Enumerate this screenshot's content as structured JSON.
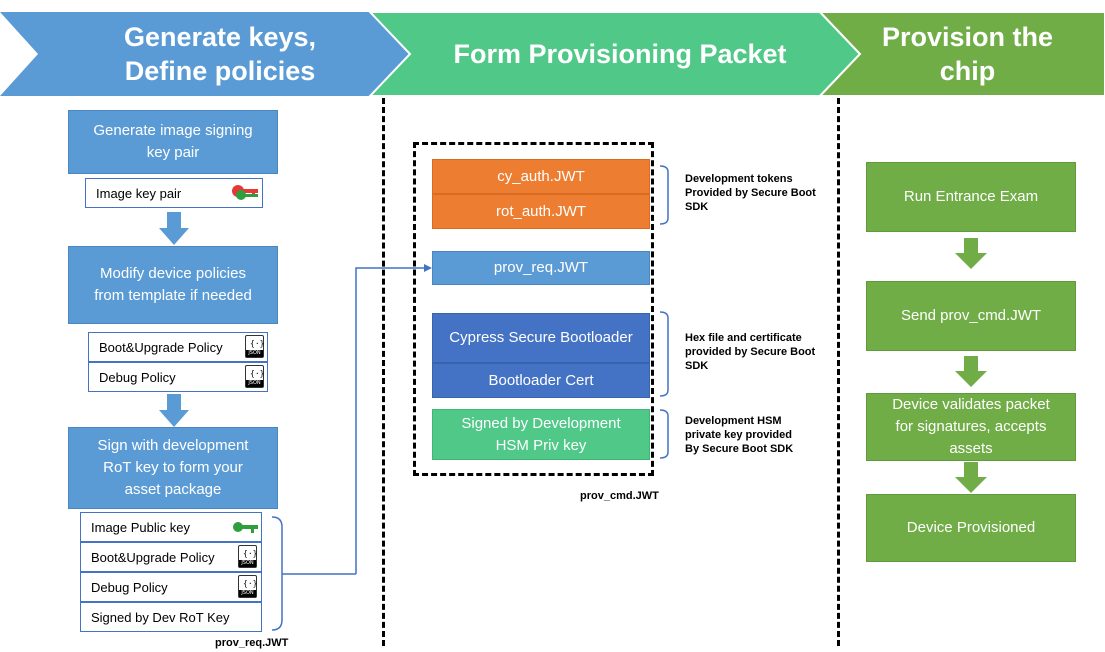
{
  "headers": {
    "col1_line1": "Generate keys,",
    "col1_line2": "Define policies",
    "col2": "Form Provisioning Packet",
    "col3_line1": "Provision the",
    "col3_line2": "chip"
  },
  "col1": {
    "step1_line1": "Generate image signing",
    "step1_line2": "key pair",
    "image_key_pair": "Image key pair",
    "step2_line1": "Modify device policies",
    "step2_line2": "from template if needed",
    "policy1": "Boot&Upgrade Policy",
    "policy2": "Debug Policy",
    "step3_line1": "Sign with development",
    "step3_line2": "RoT key to form your",
    "step3_line3": "asset package",
    "pkg_items": [
      "Image Public key",
      "Boot&Upgrade Policy",
      "Debug Policy",
      "Signed by Dev RoT Key"
    ],
    "pkg_label": "prov_req.JWT"
  },
  "col2": {
    "cy_auth": "cy_auth.JWT",
    "rot_auth": "rot_auth.JWT",
    "tokens_note": [
      "Development tokens",
      "Provided by Secure Boot",
      "SDK"
    ],
    "prov_req": "prov_req.JWT",
    "bootloader": "Cypress Secure Bootloader",
    "bootloader_cert": "Bootloader Cert",
    "hex_note": [
      "Hex file and certificate",
      "provided by Secure Boot",
      "SDK"
    ],
    "signed_line1": "Signed by Development",
    "signed_line2": "HSM Priv key",
    "hsm_note": [
      "Development HSM",
      "private key provided",
      "By Secure Boot SDK"
    ],
    "packet_label": "prov_cmd.JWT"
  },
  "col3": {
    "steps": [
      "Run Entrance Exam",
      "Send prov_cmd.JWT"
    ],
    "validate_lines": [
      "Device validates packet",
      "for signatures, accepts",
      "assets"
    ],
    "final": "Device Provisioned"
  },
  "colors": {
    "header1": "#5b9bd5",
    "header2": "#4fc888",
    "header3": "#70ad47",
    "blue": "#5b9bd5",
    "green": "#70ad47",
    "orange": "#ed7d31",
    "dark_blue": "#4472c4",
    "teal": "#4fc888",
    "key_red": "#e53935",
    "key_green": "#2e9e3e"
  },
  "icons": {
    "key_pair": "red-green-key-pair-icon",
    "public_key": "green-key-icon",
    "json_file": "json-file-icon"
  }
}
